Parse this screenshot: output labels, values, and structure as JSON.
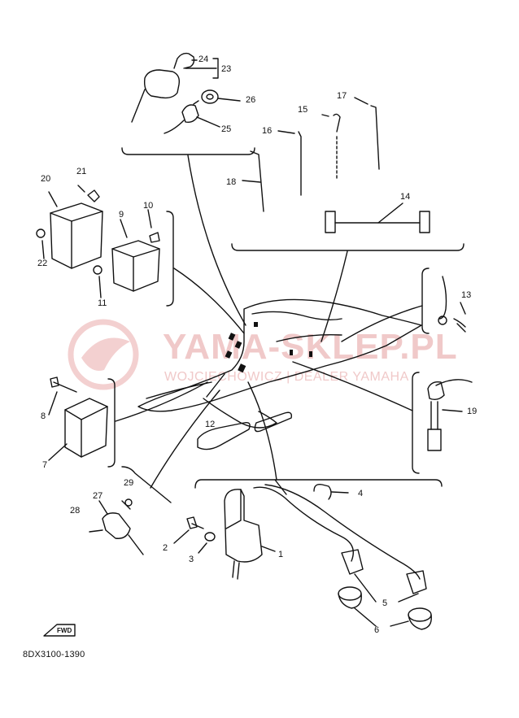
{
  "diagram": {
    "document_code": "8DX3100-1390",
    "direction_badge": "FWD",
    "watermark": {
      "title": "YAMA-SKLEP.PL",
      "subtitle": "WOJCIECHOWICZ | DEALER YAMAHA"
    },
    "callouts": [
      "1",
      "2",
      "3",
      "4",
      "5",
      "6",
      "7",
      "8",
      "9",
      "10",
      "11",
      "12",
      "13",
      "14",
      "15",
      "16",
      "17",
      "18",
      "19",
      "20",
      "21",
      "22",
      "23",
      "24",
      "25",
      "26",
      "27",
      "28",
      "29"
    ]
  },
  "colors": {
    "ink": "#111111",
    "watermark": "#f0c9c9"
  }
}
